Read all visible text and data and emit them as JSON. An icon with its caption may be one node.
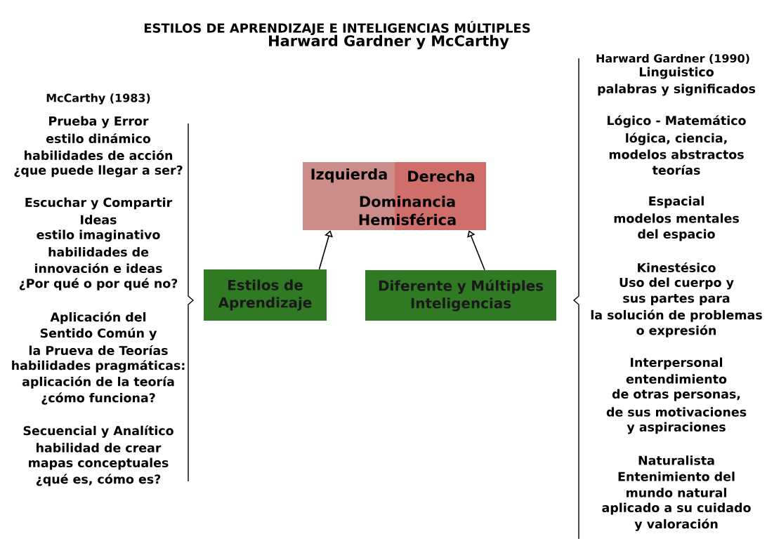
{
  "diagram": {
    "title": "ESTILOS DE APRENDIZAJE E INTELIGENCIAS MÚLTIPLES",
    "nodes": [
      {
        "text": [
          "Izquierda",
          "Derecha",
          "Dominancia Hemisférica"
        ]
      },
      {
        "text": [
          "Estilos de Aprendizaje"
        ]
      },
      {
        "text": [
          "Diferente y Múltiples Inteligencias"
        ]
      }
    ],
    "edges": [
      {
        "from": 1,
        "to": 0,
        "arrow": "to"
      },
      {
        "from": 2,
        "to": 0,
        "arrow": "to"
      }
    ],
    "labels": [
      "Harward Gardner y McCarthy",
      "McCarthy (1983)",
      "Prueba y Error",
      "estilo dinámico",
      "habilidades de acción",
      "¿que puede llegar a ser?",
      "Escuchar y Compartir",
      "Ideas",
      "estilo imaginativo",
      "habilidades de",
      "innovación e ideas",
      "¿Por qué o por qué no?",
      "Aplicación del",
      "Sentido Común y",
      "la Prueva de Teorías",
      "habilidades pragmáticas:",
      "aplicación de la teoría",
      "¿cómo funciona?",
      "Secuencial y Analítico",
      "habilidad de crear",
      "mapas conceptuales",
      "¿qué es, cómo es?",
      "Harward Gardner (1990)",
      "Linguistico",
      "palabras y significados",
      "Lógico - Matemático",
      "lógica, ciencia,",
      "modelos abstractos",
      "teorías",
      "Espacial",
      "modelos mentales",
      "del espacio",
      "Kinestésico",
      "Uso del cuerpo y",
      "sus partes para",
      "la solución de problemas",
      "o expresión",
      "Interpersonal",
      "entendimiento",
      "de otras personas,",
      "de sus motivaciones",
      "y aspiraciones",
      "Naturalista",
      "Entenimiento del",
      "mundo natural",
      "aplicado a su cuidado",
      "y valoración"
    ]
  }
}
